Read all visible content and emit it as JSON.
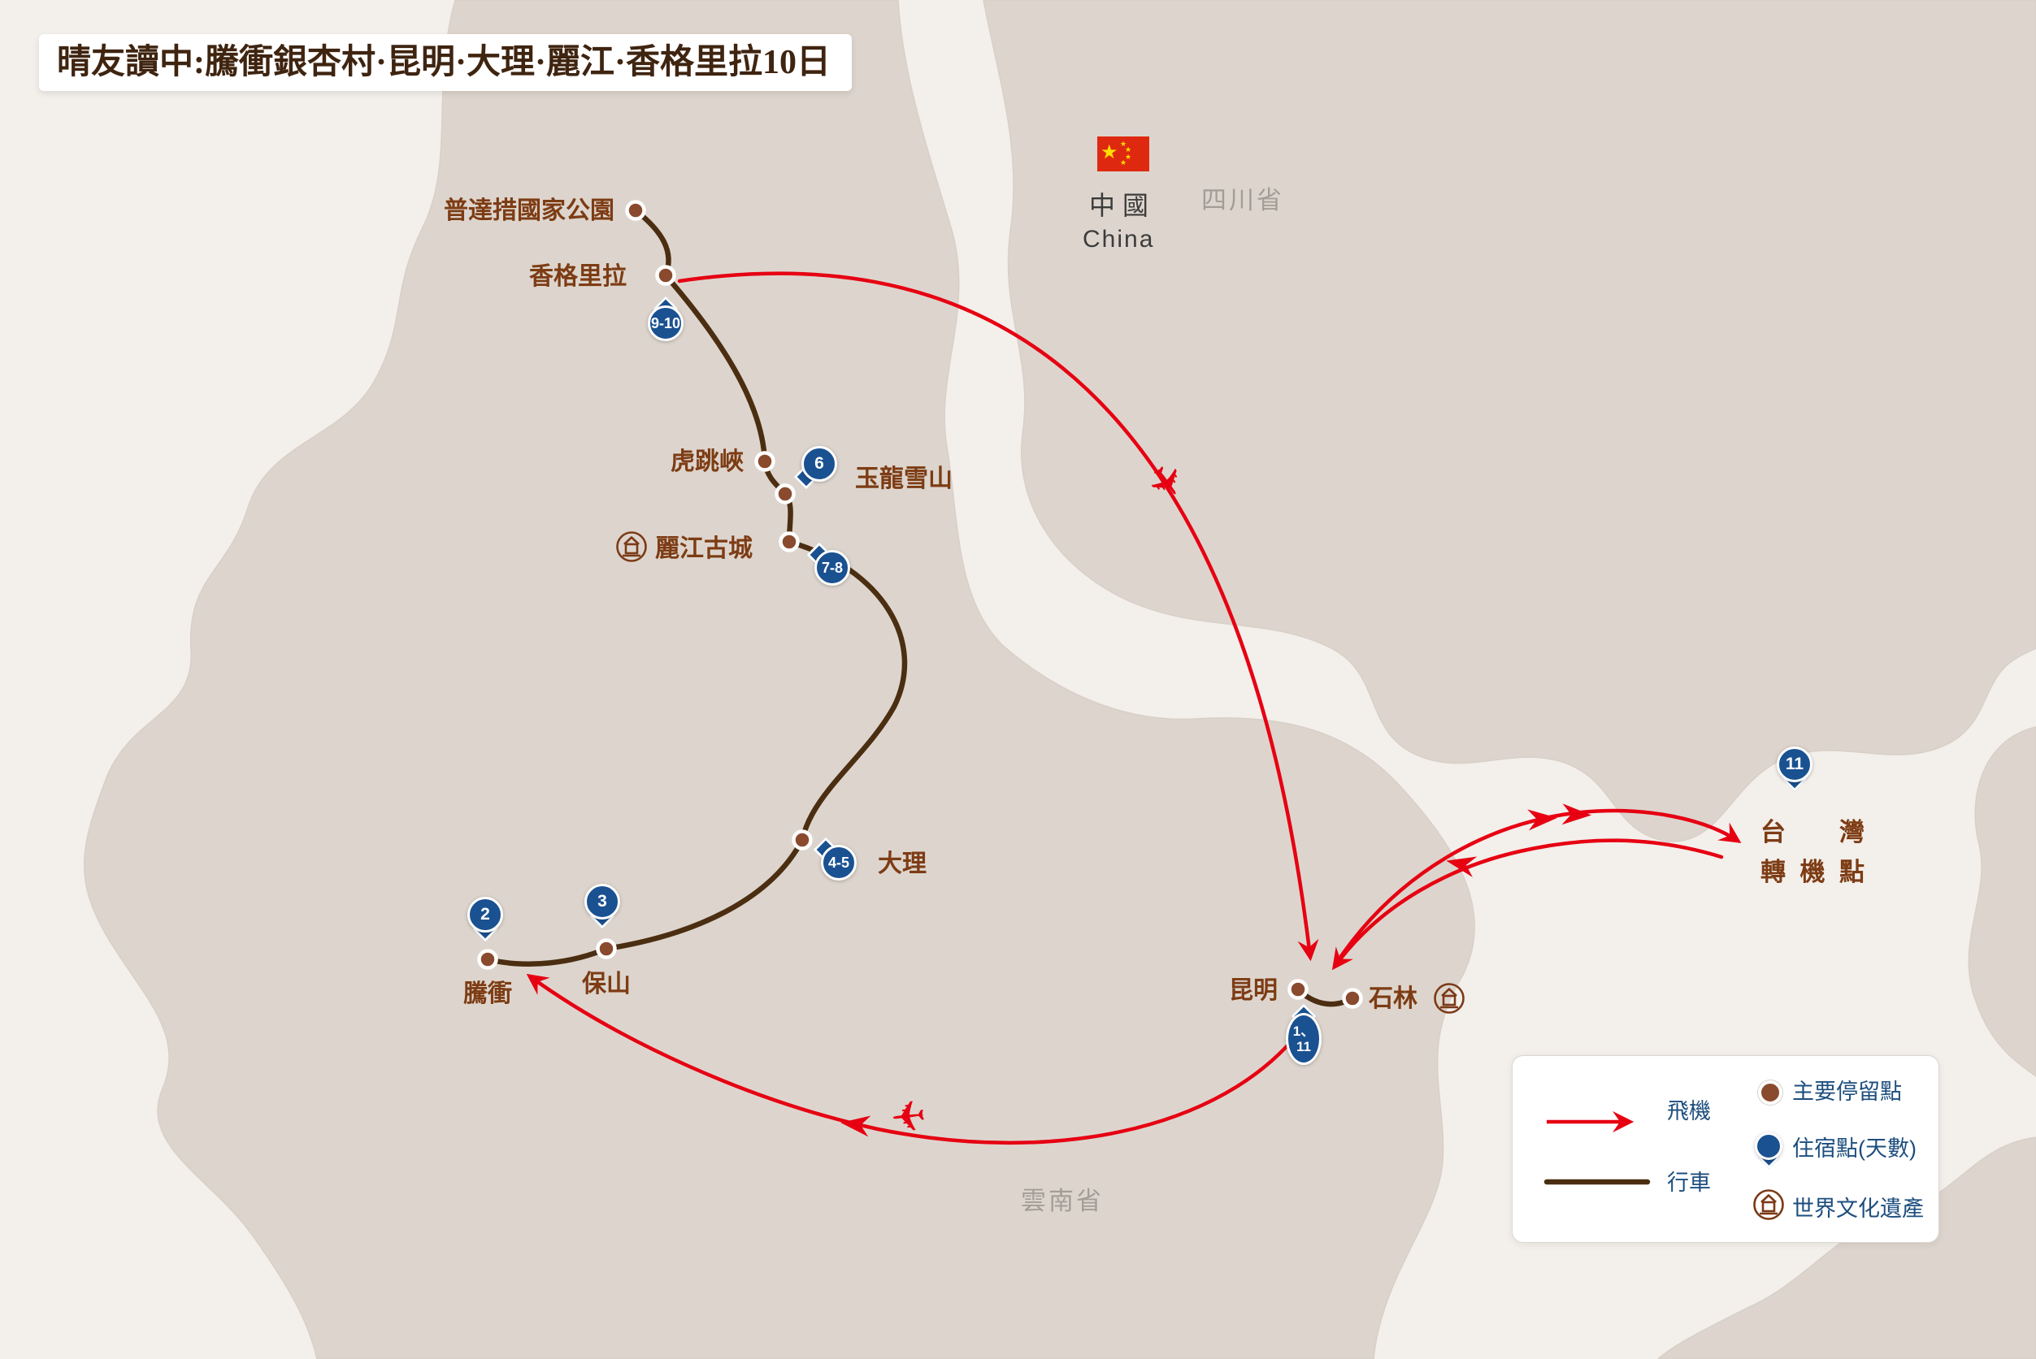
{
  "header": {
    "title": "晴友讀中:騰衝銀杏村·昆明·大理·麗江·香格里拉10日"
  },
  "country": {
    "zh": "中國",
    "en": "China"
  },
  "provinces": {
    "sichuan": "四川省",
    "yunnan": "雲南省"
  },
  "stops": {
    "pudacuo": {
      "label": "普達措國家公園"
    },
    "shangrila": {
      "label": "香格里拉",
      "nights": "9-10"
    },
    "hutiaoxia": {
      "label": "虎跳峽"
    },
    "yulongxueshan": {
      "label": "玉龍雪山",
      "nights": "6"
    },
    "lijiang": {
      "label": "麗江古城",
      "nights": "7-8",
      "world_heritage": true
    },
    "dali": {
      "label": "大理",
      "nights": "4-5"
    },
    "baoshan": {
      "label": "保山",
      "nights": "3"
    },
    "tengchong": {
      "label": "騰衝",
      "nights": "2"
    },
    "kunming": {
      "label": "昆明",
      "nights_line1": "1、",
      "nights_line2": "11"
    },
    "shilin": {
      "label": "石林",
      "world_heritage": true
    },
    "taiwan_transfer": {
      "label_line1": "台灣",
      "label_line2": "轉機點",
      "nights": "11"
    }
  },
  "legend": {
    "flight": "飛機",
    "drive": "行車",
    "major_stop": "主要停留點",
    "lodging": "住宿點(天數)",
    "world_heritage": "世界文化遺產"
  },
  "icons": {
    "plane": "✈"
  },
  "colors": {
    "flight_red": "#e60012",
    "route_brown": "#4b2e11",
    "stop_dot_brown": "#8a4a2e",
    "pin_blue": "#1a5191",
    "label_brown": "#7d3c14",
    "heritage_brown": "#7b3a17",
    "land": "#ddd5cd",
    "background": "#f3efeb",
    "province_label_gray": "#a39d97",
    "legend_text_navy": "#1d4e7e",
    "flag_red": "#de2910",
    "flag_yellow": "#ffde00",
    "title_brown": "#3f2410"
  }
}
